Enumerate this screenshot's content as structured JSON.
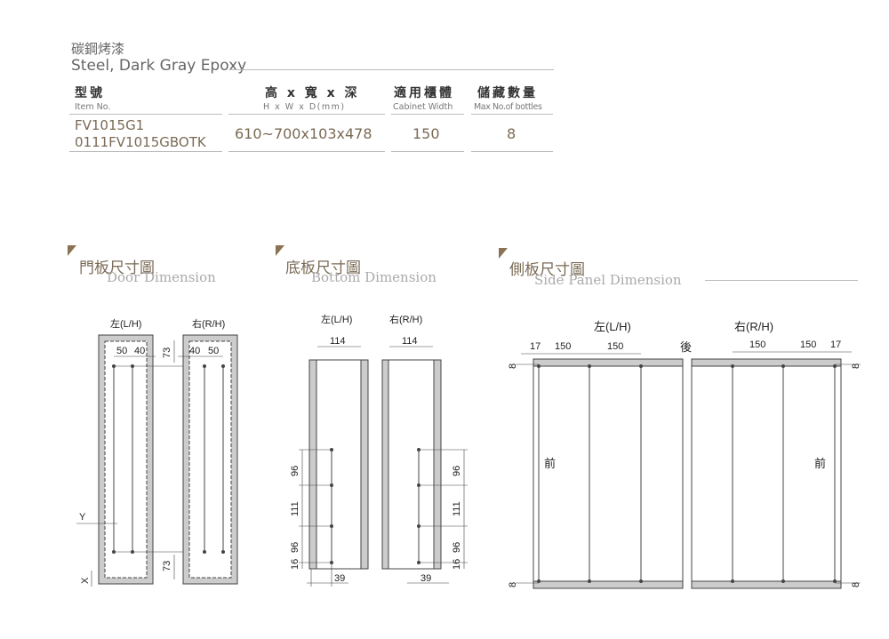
{
  "material": {
    "cn": "碳鋼烤漆",
    "en": "Steel, Dark Gray Epoxy"
  },
  "table": {
    "headers": [
      {
        "cn": "型號",
        "en": "Item No."
      },
      {
        "cn": "高 x 寬 x 深",
        "en": "H x W x D(mm)"
      },
      {
        "cn": "適用櫃體",
        "en": "Cabinet Width"
      },
      {
        "cn": "儲藏數量",
        "en": "Max No.of bottles"
      }
    ],
    "row": {
      "item1": "FV1015G1",
      "item2": "0111FV1015GBOTK",
      "size": "610~700x103x478",
      "width": "150",
      "bottles": "8"
    }
  },
  "sections": {
    "door": {
      "cn": "門板尺寸圖",
      "en": "Door Dimension"
    },
    "bottom": {
      "cn": "底板尺寸圖",
      "en": "Bottom Dimension"
    },
    "side": {
      "cn": "側板尺寸圖",
      "en": "Side Panel Dimension"
    }
  },
  "labels": {
    "left": "左(L/H)",
    "right": "右(R/H)",
    "back": "後",
    "front": "前",
    "x": "X",
    "y": "Y"
  },
  "dims": {
    "d50": "50",
    "d40": "40",
    "d73": "73",
    "d114": "114",
    "d96": "96",
    "d111": "111",
    "d16": "16",
    "d39": "39",
    "d17": "17",
    "d150": "150",
    "d8": "8"
  }
}
